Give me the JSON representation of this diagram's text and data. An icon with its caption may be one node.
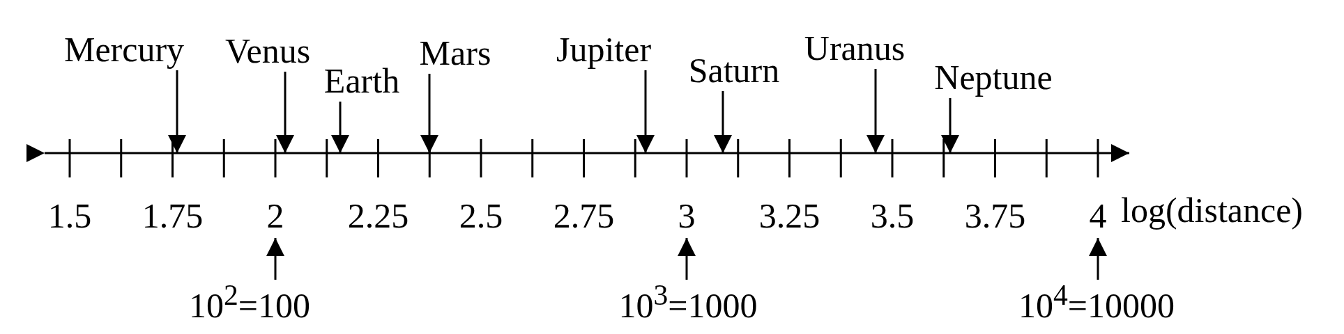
{
  "diagram": {
    "nodes": [
      {
        "text": [
          "Mercury"
        ]
      },
      {
        "text": [
          "Venus"
        ]
      },
      {
        "text": [
          "Earth"
        ]
      },
      {
        "text": [
          "Mars"
        ]
      },
      {
        "text": [
          "Jupiter"
        ]
      },
      {
        "text": [
          "Saturn"
        ]
      },
      {
        "text": [
          "Uranus"
        ]
      },
      {
        "text": [
          "Neptune"
        ]
      },
      {
        "text": [
          "2"
        ]
      },
      {
        "text": [
          "3"
        ]
      },
      {
        "text": [
          "4"
        ]
      },
      {
        "text": [
          "10$^{2}$=100"
        ]
      },
      {
        "text": [
          "10$^{3}$=1000"
        ]
      },
      {
        "text": [
          "10$^{4}$=10000"
        ]
      }
    ],
    "edges": [
      {
        "from": 0,
        "to": null,
        "arrow": "to"
      },
      {
        "from": 1,
        "to": null,
        "arrow": "to"
      },
      {
        "from": 2,
        "to": null,
        "arrow": "to"
      },
      {
        "from": 3,
        "to": null,
        "arrow": "to"
      },
      {
        "from": 4,
        "to": null,
        "arrow": "to"
      },
      {
        "from": 5,
        "to": null,
        "arrow": "to"
      },
      {
        "from": 6,
        "to": null,
        "arrow": "to"
      },
      {
        "from": 7,
        "to": null,
        "arrow": "to"
      },
      {
        "from": 11,
        "to": 8,
        "arrow": "to"
      },
      {
        "from": 12,
        "to": 9,
        "arrow": "to"
      },
      {
        "from": 13,
        "to": 10,
        "arrow": "to"
      }
    ],
    "labels": [
      "1.5",
      "1.75",
      "2.25",
      "2.5",
      "2.75",
      "3.25",
      "3.5",
      "3.75",
      "log(distance)"
    ]
  }
}
